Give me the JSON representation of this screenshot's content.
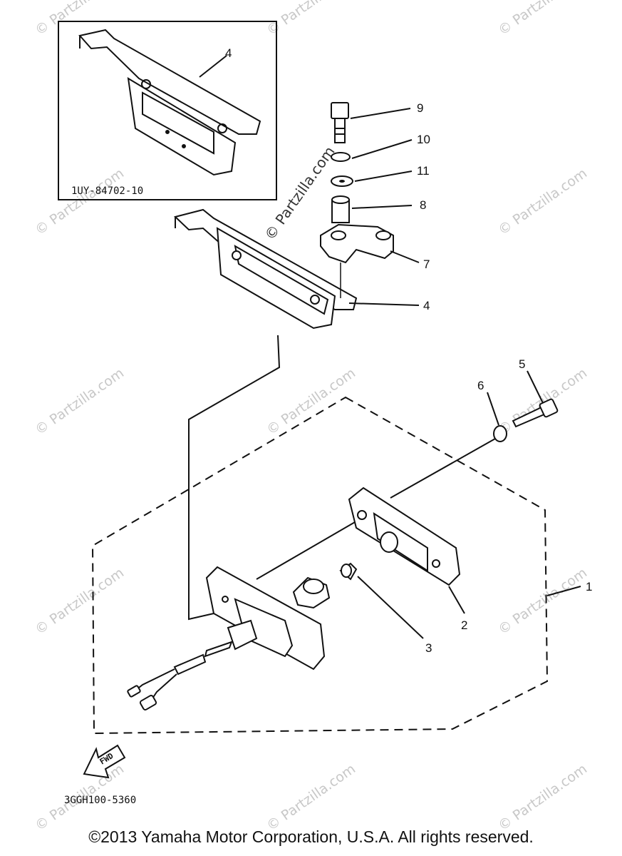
{
  "diagram": {
    "inset_code": "1UY-84702-10",
    "figure_code": "3GGH100-5360",
    "fwd_label": "FWD",
    "watermark": "© Partzilla.com",
    "callouts": [
      {
        "id": "c4a",
        "label": "4"
      },
      {
        "id": "c9",
        "label": "9"
      },
      {
        "id": "c10",
        "label": "10"
      },
      {
        "id": "c11",
        "label": "11"
      },
      {
        "id": "c8",
        "label": "8"
      },
      {
        "id": "c7",
        "label": "7"
      },
      {
        "id": "c4b",
        "label": "4"
      },
      {
        "id": "c5",
        "label": "5"
      },
      {
        "id": "c6",
        "label": "6"
      },
      {
        "id": "c1",
        "label": "1"
      },
      {
        "id": "c2",
        "label": "2"
      },
      {
        "id": "c3",
        "label": "3"
      }
    ]
  },
  "footer": {
    "copyright": "©2013 Yamaha Motor Corporation, U.S.A. All rights reserved."
  }
}
